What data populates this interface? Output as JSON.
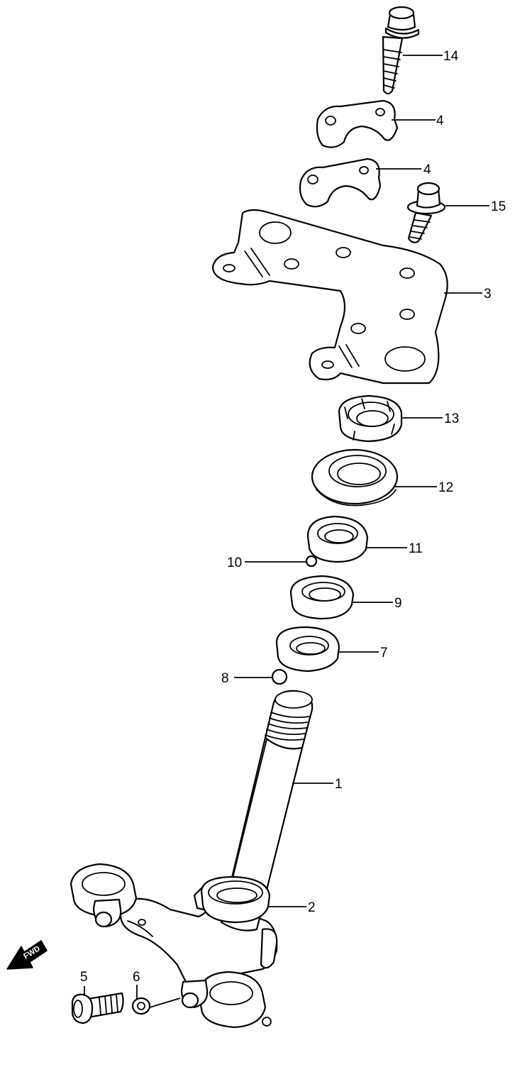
{
  "callouts": {
    "c14": "14",
    "c4a": "4",
    "c4b": "4",
    "c15": "15",
    "c3": "3",
    "c13": "13",
    "c12": "12",
    "c11": "11",
    "c10": "10",
    "c9": "9",
    "c7": "7",
    "c8": "8",
    "c1": "1",
    "c2": "2",
    "c6": "6",
    "c5": "5"
  },
  "fwd_label": "FWD"
}
